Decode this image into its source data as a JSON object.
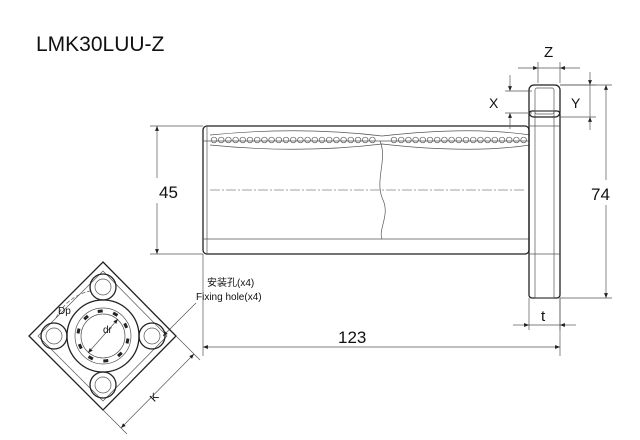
{
  "title": "LMK30LUU-Z",
  "labels": {
    "z": "Z",
    "x": "X",
    "y": "Y",
    "d_flange_height": "74",
    "d_outer": "45",
    "d_length": "123",
    "t": "t",
    "fixing_hole_cn": "安装孔(x4)",
    "fixing_hole_en": "Fixing hole(x4)",
    "dp": "Dp",
    "dr": "dr",
    "k": "K"
  },
  "colors": {
    "line": "#333333",
    "text": "#111111",
    "background": "#ffffff"
  }
}
